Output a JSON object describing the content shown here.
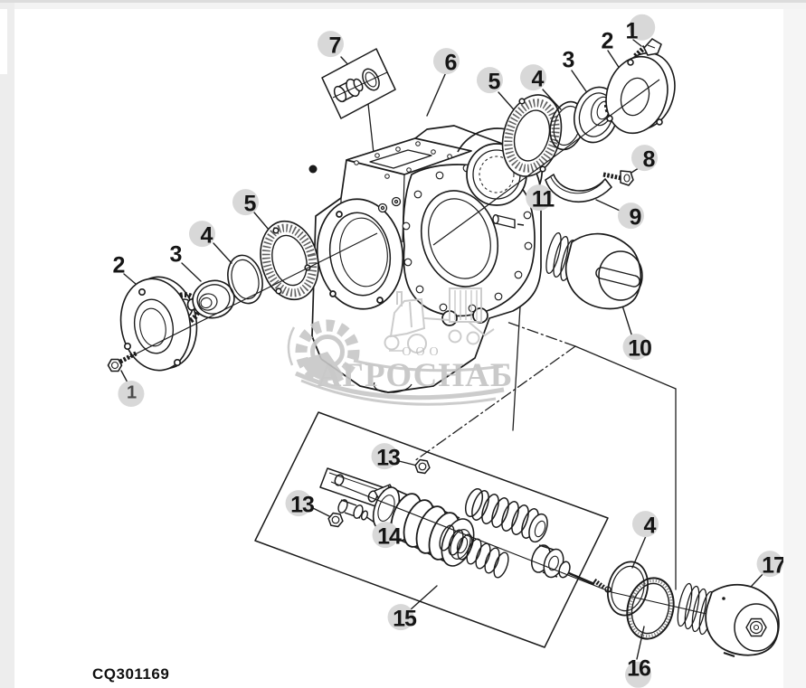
{
  "page": {
    "kind": "exploded parts diagram",
    "part_code": "CQ301169",
    "background": "#ffffff",
    "edge_strips": {
      "left": "#ededed",
      "right": "#f5f5f5",
      "top": "#dcdcdc"
    }
  },
  "watermark": {
    "org_form": "ООО",
    "company": "АГРОСНАБ",
    "color": "#c7c7c7"
  },
  "diagram": {
    "line_color": "#1a1a1a",
    "callout_circle_color": "#d8d8d8",
    "callouts": [
      {
        "label": "7"
      },
      {
        "label": "6"
      },
      {
        "label": "5"
      },
      {
        "label": "4"
      },
      {
        "label": "3"
      },
      {
        "label": "2"
      },
      {
        "label": "1"
      },
      {
        "label": "8"
      },
      {
        "label": "9"
      },
      {
        "label": "11"
      },
      {
        "label": "10"
      },
      {
        "label": "5"
      },
      {
        "label": "4"
      },
      {
        "label": "3"
      },
      {
        "label": "2"
      },
      {
        "label": "1"
      },
      {
        "label": "13"
      },
      {
        "label": "13"
      },
      {
        "label": "14"
      },
      {
        "label": "15"
      },
      {
        "label": "4"
      },
      {
        "label": "16"
      },
      {
        "label": "17"
      }
    ]
  }
}
